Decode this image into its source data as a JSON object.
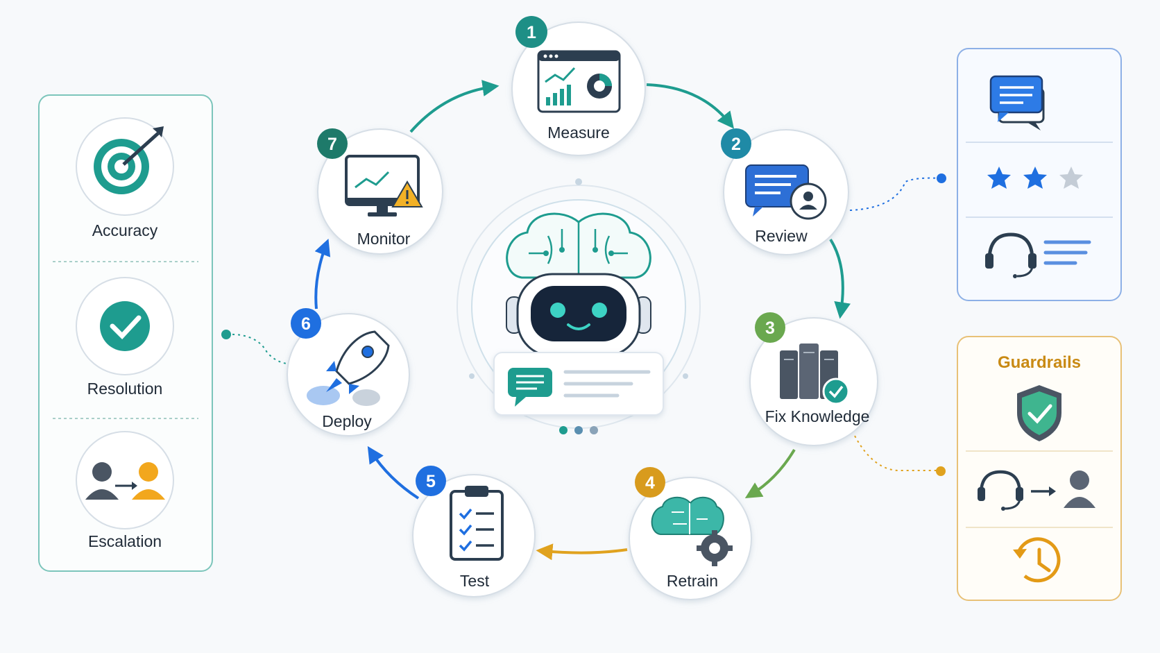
{
  "cycle": [
    {
      "step": "1",
      "label": "Measure",
      "icon": "dashboard-chart-icon",
      "badge_color": "#1e8f86"
    },
    {
      "step": "2",
      "label": "Review",
      "icon": "chat-user-review-icon",
      "badge_color": "#1f8aa6"
    },
    {
      "step": "3",
      "label": "Fix Knowledge",
      "icon": "knowledge-base-check-icon",
      "badge_color": "#6aa84f"
    },
    {
      "step": "4",
      "label": "Retrain",
      "icon": "brain-gear-icon",
      "badge_color": "#d89b1d"
    },
    {
      "step": "5",
      "label": "Test",
      "icon": "checklist-clipboard-icon",
      "badge_color": "#1f6fe0"
    },
    {
      "step": "6",
      "label": "Deploy",
      "icon": "rocket-launch-icon",
      "badge_color": "#1f6fe0"
    },
    {
      "step": "7",
      "label": "Monitor",
      "icon": "monitor-alert-icon",
      "badge_color": "#1e7a6a"
    }
  ],
  "center": {
    "icon": "ai-chatbot-brain-icon"
  },
  "metrics_panel": {
    "items": [
      {
        "label": "Accuracy",
        "icon": "target-icon"
      },
      {
        "label": "Resolution",
        "icon": "check-circle-icon"
      },
      {
        "label": "Escalation",
        "icon": "user-handoff-icon"
      }
    ]
  },
  "feedback_panel": {
    "items": [
      {
        "icon": "chat-bubbles-icon"
      },
      {
        "icon": "star-rating-icon",
        "rating": 2,
        "max": 3
      },
      {
        "icon": "headset-agent-notes-icon"
      }
    ]
  },
  "guardrails_panel": {
    "title": "Guardrails",
    "items": [
      {
        "icon": "shield-check-icon"
      },
      {
        "icon": "agent-handoff-icon"
      },
      {
        "icon": "history-clock-icon"
      }
    ]
  },
  "colors": {
    "teal": "#1e9c8f",
    "green": "#6aa84f",
    "amber": "#e0a21e",
    "blue": "#1f6fe0",
    "navy": "#2c3e50"
  }
}
